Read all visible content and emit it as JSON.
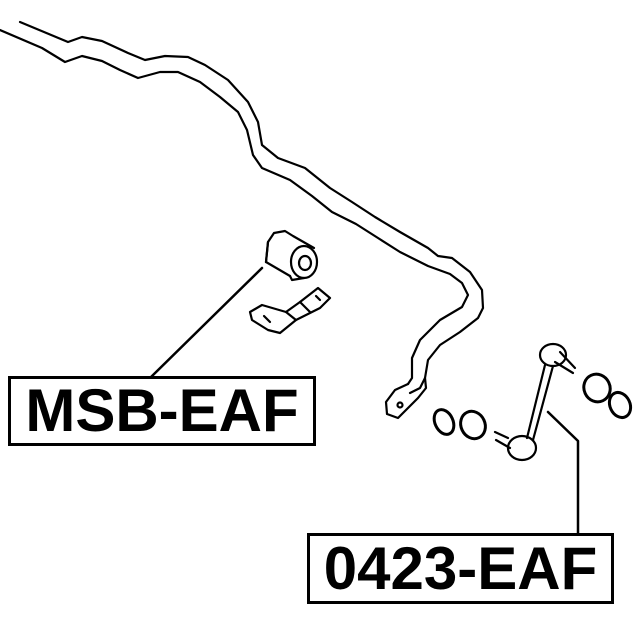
{
  "diagram": {
    "type": "parts-exploded-view",
    "subject": "stabilizer bar assembly",
    "parts": [
      {
        "id": "stabilizer-bar",
        "label": ""
      },
      {
        "id": "stabilizer-bushing-with-bracket",
        "label": "MSB-EAF"
      },
      {
        "id": "stabilizer-link-with-nuts",
        "label": "0423-EAF"
      }
    ]
  },
  "labels": {
    "bushing": "MSB-EAF",
    "link": "0423-EAF"
  },
  "colors": {
    "line": "#000000",
    "background": "#ffffff"
  }
}
